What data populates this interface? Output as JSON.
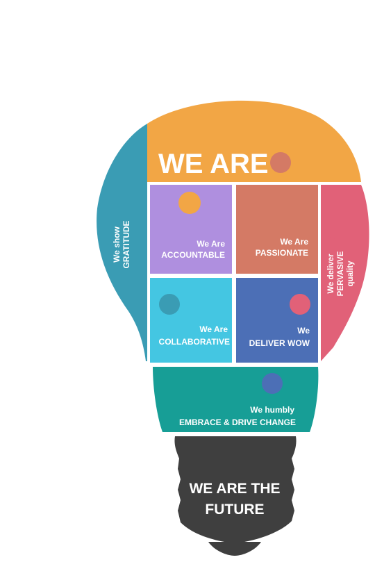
{
  "headline": "WE ARE",
  "pieces": {
    "gratitude": {
      "line1": "We show",
      "line2": "GRATITUDE",
      "color": "#3A9CB4"
    },
    "accountable": {
      "line1": "We Are",
      "line2": "ACCOUNTABLE",
      "color": "#AF8FDF"
    },
    "passionate": {
      "line1": "We Are",
      "line2": "PASSIONATE",
      "color": "#D47A65"
    },
    "pervasive": {
      "line1": "We deliver",
      "line2": "PERVASIVE",
      "line3": "quality",
      "color": "#E16178"
    },
    "collaborative": {
      "line1": "We Are",
      "line2": "COLLABORATIVE",
      "color": "#44C6E2"
    },
    "deliver_wow": {
      "line1": "We",
      "line2": "DELIVER WOW",
      "color": "#4C6FB6"
    },
    "change": {
      "line1": "We humbly",
      "line2": "EMBRACE & DRIVE CHANGE",
      "color": "#179E96"
    }
  },
  "top_color": "#F2A645",
  "base": {
    "line1": "WE ARE THE",
    "line2": "FUTURE",
    "color": "#3F3F3F"
  }
}
